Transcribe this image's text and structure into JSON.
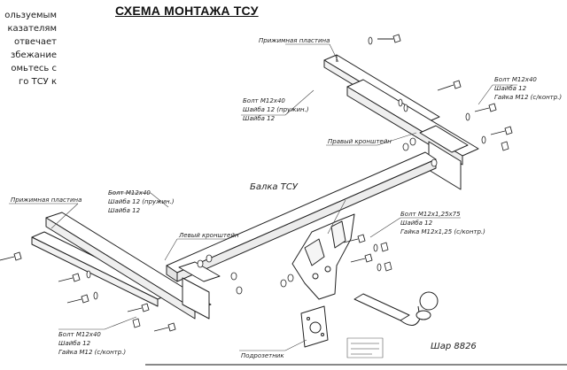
{
  "intro_lines": [
    "ользуемым",
    "казателям",
    "отвечает",
    "збежание",
    "омьтесь с",
    "го ТСУ к"
  ],
  "title": "СХЕМА МОНТАЖА ТСУ",
  "labels": {
    "right_plate": "Прижимная пластина",
    "right_bolt_1": "Болт М12х40",
    "right_washer_1": "Шайба 12",
    "right_nut_1": "Гайка М12 (с/контр.)",
    "mid_bolt": "Болт М12х40",
    "mid_washer_spring": "Шайба 12 (пружин.)",
    "mid_washer": "Шайба 12",
    "right_bracket": "Правый кронштейн",
    "beam": "Балка ТСУ",
    "left_plate": "Прижимная пластина",
    "left_bolt": "Болт М12х40",
    "left_washer_spring": "Шайба 12 (пружин.)",
    "left_washer": "Шайба 12",
    "left_bracket": "Левый кронштейн",
    "center_bolt": "Болт М12х1,25х75",
    "center_washer": "Шайба 12",
    "center_nut": "Гайка М12х1,25 (с/контр.)",
    "bottom_bolt": "Болт М12х40",
    "bottom_washer": "Шайба 12",
    "bottom_nut": "Гайка М12 (с/контр.)",
    "socket_plate": "Подрозетник",
    "ball": "Шар 8826"
  }
}
